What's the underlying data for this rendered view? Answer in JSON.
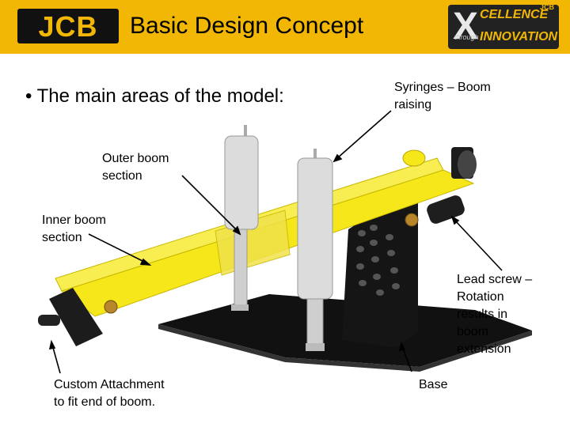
{
  "header": {
    "logo_text": "JCB",
    "title": "Basic Design Concept",
    "badge": {
      "x_letter": "X",
      "cellence": "CELLENCE",
      "through": "through",
      "innovation": "INNOVATION",
      "brand_small": "JCB"
    }
  },
  "bullet": "• The main areas of the model:",
  "labels": {
    "syringes": [
      "Syringes – Boom",
      "raising"
    ],
    "outer_boom": [
      "Outer boom",
      "section"
    ],
    "inner_boom": [
      "Inner boom",
      "section"
    ],
    "lead_screw": [
      "Lead screw –",
      "Rotation",
      "results in",
      "boom",
      "extension"
    ],
    "custom_attachment": [
      "Custom Attachment",
      "to fit end of boom."
    ],
    "base": [
      "Base"
    ]
  },
  "colors": {
    "header_bg": "#f2b705",
    "boom_yellow": "#f5e71a",
    "base_black": "#111111"
  }
}
